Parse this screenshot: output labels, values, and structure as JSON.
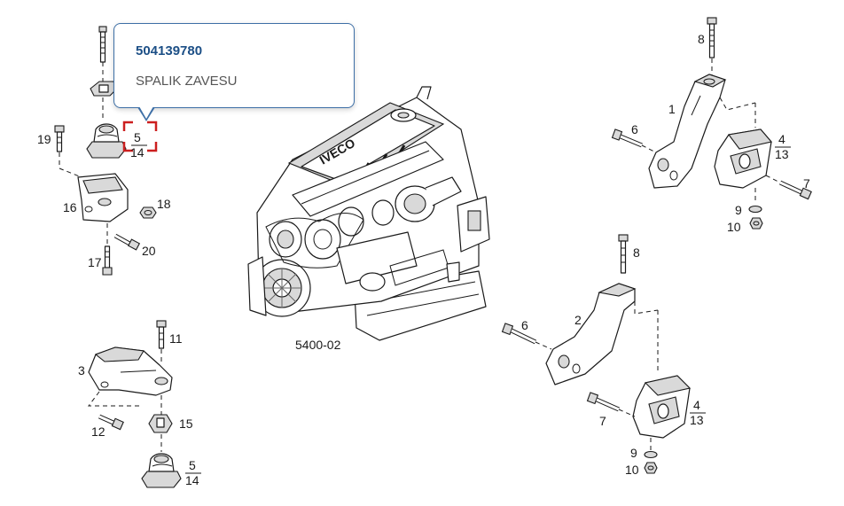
{
  "diagram": {
    "group_code": "5400-02",
    "callouts": {
      "c1": "1",
      "c2": "2",
      "c3": "3",
      "c4a": "4",
      "c4a_sub": "13",
      "c4b": "4",
      "c4b_sub": "13",
      "c5a": "5",
      "c5a_sub": "14",
      "c5b": "5",
      "c5b_sub": "14",
      "c6a": "6",
      "c6b": "6",
      "c7a": "7",
      "c7b": "7",
      "c8a": "8",
      "c8b": "8",
      "c9a": "9",
      "c9b": "9",
      "c10a": "10",
      "c10b": "10",
      "c11": "11",
      "c12": "12",
      "c15": "15",
      "c16": "16",
      "c17": "17",
      "c18": "18",
      "c19": "19",
      "c20": "20"
    }
  },
  "tooltip": {
    "part_number": "504139780",
    "part_name": "SPALIK ZAVESU"
  },
  "colors": {
    "highlight": "#cc1f1f",
    "tooltip_border": "#3d6fa6",
    "part_number": "#1c4f86"
  }
}
